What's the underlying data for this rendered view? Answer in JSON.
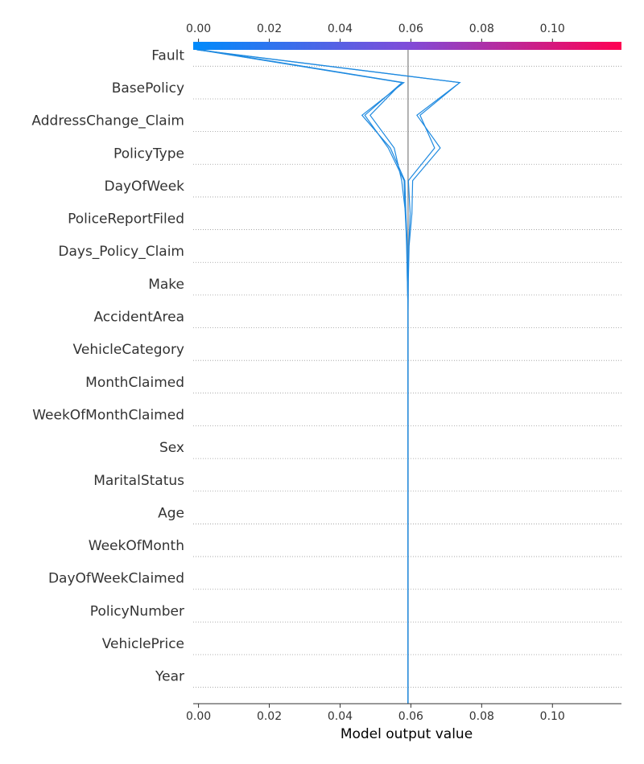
{
  "chart_data": {
    "type": "line",
    "subtype": "shap-decision-plot",
    "xlabel": "Model output value",
    "xlim": [
      -0.0015,
      0.1195
    ],
    "x_ticks": [
      0.0,
      0.02,
      0.04,
      0.06,
      0.08,
      0.1
    ],
    "x_tick_labels": [
      "0.00",
      "0.02",
      "0.04",
      "0.06",
      "0.08",
      "0.10"
    ],
    "base_value": 0.0592,
    "features": [
      "Fault",
      "BasePolicy",
      "AddressChange_Claim",
      "PolicyType",
      "DayOfWeek",
      "PoliceReportFiled",
      "Days_Policy_Claim",
      "Make",
      "AccidentArea",
      "VehicleCategory",
      "MonthClaimed",
      "WeekOfMonthClaimed",
      "Sex",
      "MaritalStatus",
      "Age",
      "WeekOfMonth",
      "DayOfWeekClaimed",
      "PolicyNumber",
      "VehiclePrice",
      "Year"
    ],
    "series": [
      {
        "values": [
          0.0592,
          0.0592,
          0.0592,
          0.0592,
          0.0592,
          0.0592,
          0.0592,
          0.0592,
          0.0592,
          0.0592,
          0.0592,
          0.0592,
          0.0592,
          0.0593,
          0.0595,
          0.0603,
          0.0605,
          0.0683,
          0.0617,
          0.0738,
          -0.0005
        ]
      },
      {
        "values": [
          0.0592,
          0.0592,
          0.0592,
          0.0592,
          0.0592,
          0.0592,
          0.0592,
          0.0592,
          0.0592,
          0.0592,
          0.0592,
          0.0592,
          0.0592,
          0.0592,
          0.0594,
          0.0598,
          0.0593,
          0.0667,
          0.0626,
          0.0738,
          0.0
        ]
      },
      {
        "values": [
          0.0592,
          0.0592,
          0.0592,
          0.0592,
          0.0592,
          0.0592,
          0.0592,
          0.0592,
          0.0592,
          0.0592,
          0.0592,
          0.0592,
          0.0592,
          0.059,
          0.0589,
          0.0584,
          0.0581,
          0.0536,
          0.047,
          0.0575,
          0.0
        ]
      },
      {
        "values": [
          0.0592,
          0.0592,
          0.0592,
          0.0592,
          0.0592,
          0.0592,
          0.0592,
          0.0592,
          0.0592,
          0.0592,
          0.0592,
          0.0592,
          0.0592,
          0.059,
          0.0588,
          0.0585,
          0.0574,
          0.0553,
          0.0485,
          0.0575,
          0.0005
        ]
      },
      {
        "values": [
          0.0592,
          0.0592,
          0.0592,
          0.0592,
          0.0592,
          0.0592,
          0.0592,
          0.0592,
          0.0592,
          0.0592,
          0.0592,
          0.0592,
          0.0592,
          0.0591,
          0.059,
          0.0586,
          0.0583,
          0.0542,
          0.0462,
          0.058,
          0.001
        ]
      }
    ],
    "colorbar": {
      "range": [
        -0.0015,
        0.1195
      ],
      "tick_labels": [
        "0.00",
        "0.02",
        "0.04",
        "0.06",
        "0.08",
        "0.10"
      ],
      "colors": [
        "#008bfb",
        "#7f4cd9",
        "#ff0052"
      ]
    },
    "line_color": "#1f8ae0",
    "base_line_color": "#999999",
    "grid": "dotted-horizontal"
  }
}
